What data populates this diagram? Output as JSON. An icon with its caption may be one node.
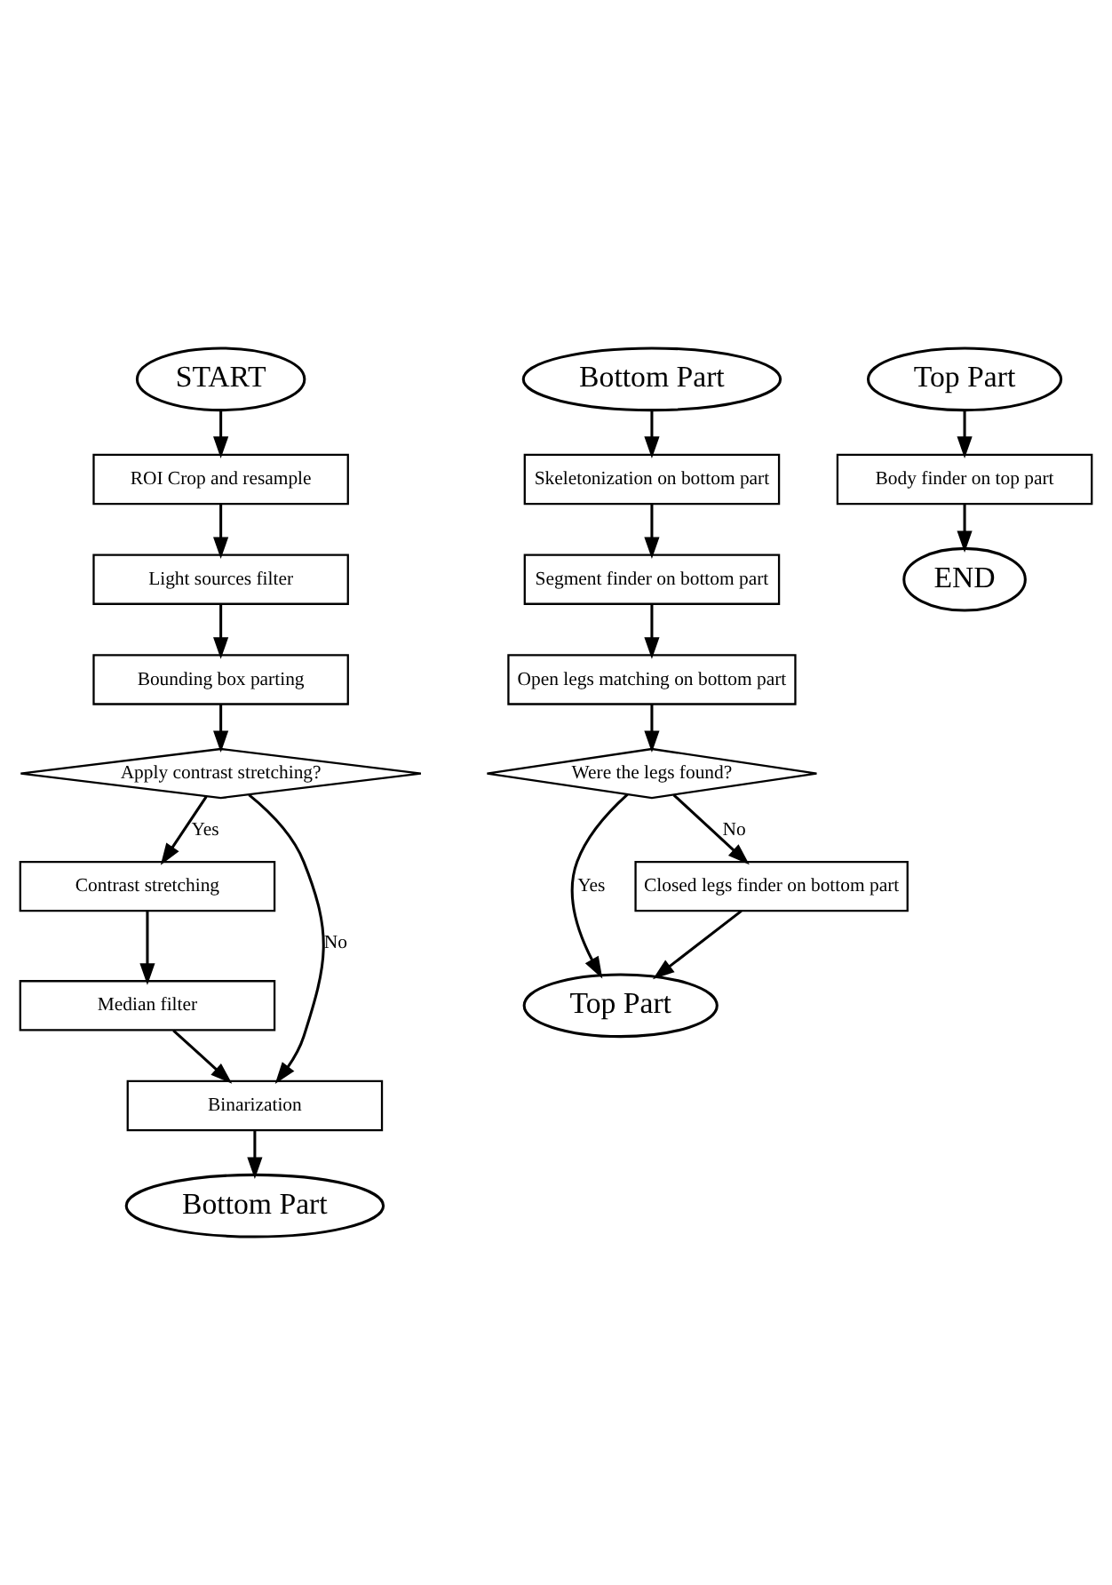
{
  "diagram": {
    "nodes": [
      {
        "text": [
          "START"
        ]
      },
      {
        "text": [
          "ROI Crop and resample"
        ]
      },
      {
        "text": [
          "Light sources filter"
        ]
      },
      {
        "text": [
          "Bounding box parting"
        ]
      },
      {
        "text": [
          "Apply contrast stretching?"
        ]
      },
      {
        "text": [
          "Contrast stretching"
        ]
      },
      {
        "text": [
          "Median filter"
        ]
      },
      {
        "text": [
          "Binarization"
        ]
      },
      {
        "text": [
          "Bottom Part"
        ]
      },
      {
        "text": [
          "Bottom Part"
        ]
      },
      {
        "text": [
          "Skeletonization on bottom part"
        ]
      },
      {
        "text": [
          "Segment finder on bottom part"
        ]
      },
      {
        "text": [
          "Open legs matching on bottom part"
        ]
      },
      {
        "text": [
          "Were the legs found?"
        ]
      },
      {
        "text": [
          "Top Part"
        ]
      },
      {
        "text": [
          "Closed legs finder on bottom part"
        ]
      },
      {
        "text": [
          "Top Part"
        ]
      },
      {
        "text": [
          "Body finder on top part"
        ]
      },
      {
        "text": [
          "END"
        ]
      }
    ],
    "edges": [
      {
        "from": 0,
        "to": 1,
        "arrow": "to"
      },
      {
        "from": 1,
        "to": 2,
        "arrow": "to"
      },
      {
        "from": 2,
        "to": 3,
        "arrow": "to"
      },
      {
        "from": 3,
        "to": 4,
        "arrow": "to"
      },
      {
        "from": 4,
        "to": 5,
        "arrow": "to",
        "label": "Yes"
      },
      {
        "from": 5,
        "to": 6,
        "arrow": "to"
      },
      {
        "from": 6,
        "to": 7,
        "arrow": "to"
      },
      {
        "from": 4,
        "to": 7,
        "arrow": "to",
        "label": "No"
      },
      {
        "from": 7,
        "to": 8,
        "arrow": "to"
      },
      {
        "from": 9,
        "to": 10,
        "arrow": "to"
      },
      {
        "from": 10,
        "to": 11,
        "arrow": "to"
      },
      {
        "from": 11,
        "to": 12,
        "arrow": "to"
      },
      {
        "from": 12,
        "to": 13,
        "arrow": "to"
      },
      {
        "from": 13,
        "to": 14,
        "arrow": "to",
        "label": "Yes"
      },
      {
        "from": 13,
        "to": 15,
        "arrow": "to",
        "label": "No"
      },
      {
        "from": 15,
        "to": 14,
        "arrow": "to"
      },
      {
        "from": 16,
        "to": 17,
        "arrow": "to"
      },
      {
        "from": 17,
        "to": 18,
        "arrow": "to"
      }
    ]
  }
}
